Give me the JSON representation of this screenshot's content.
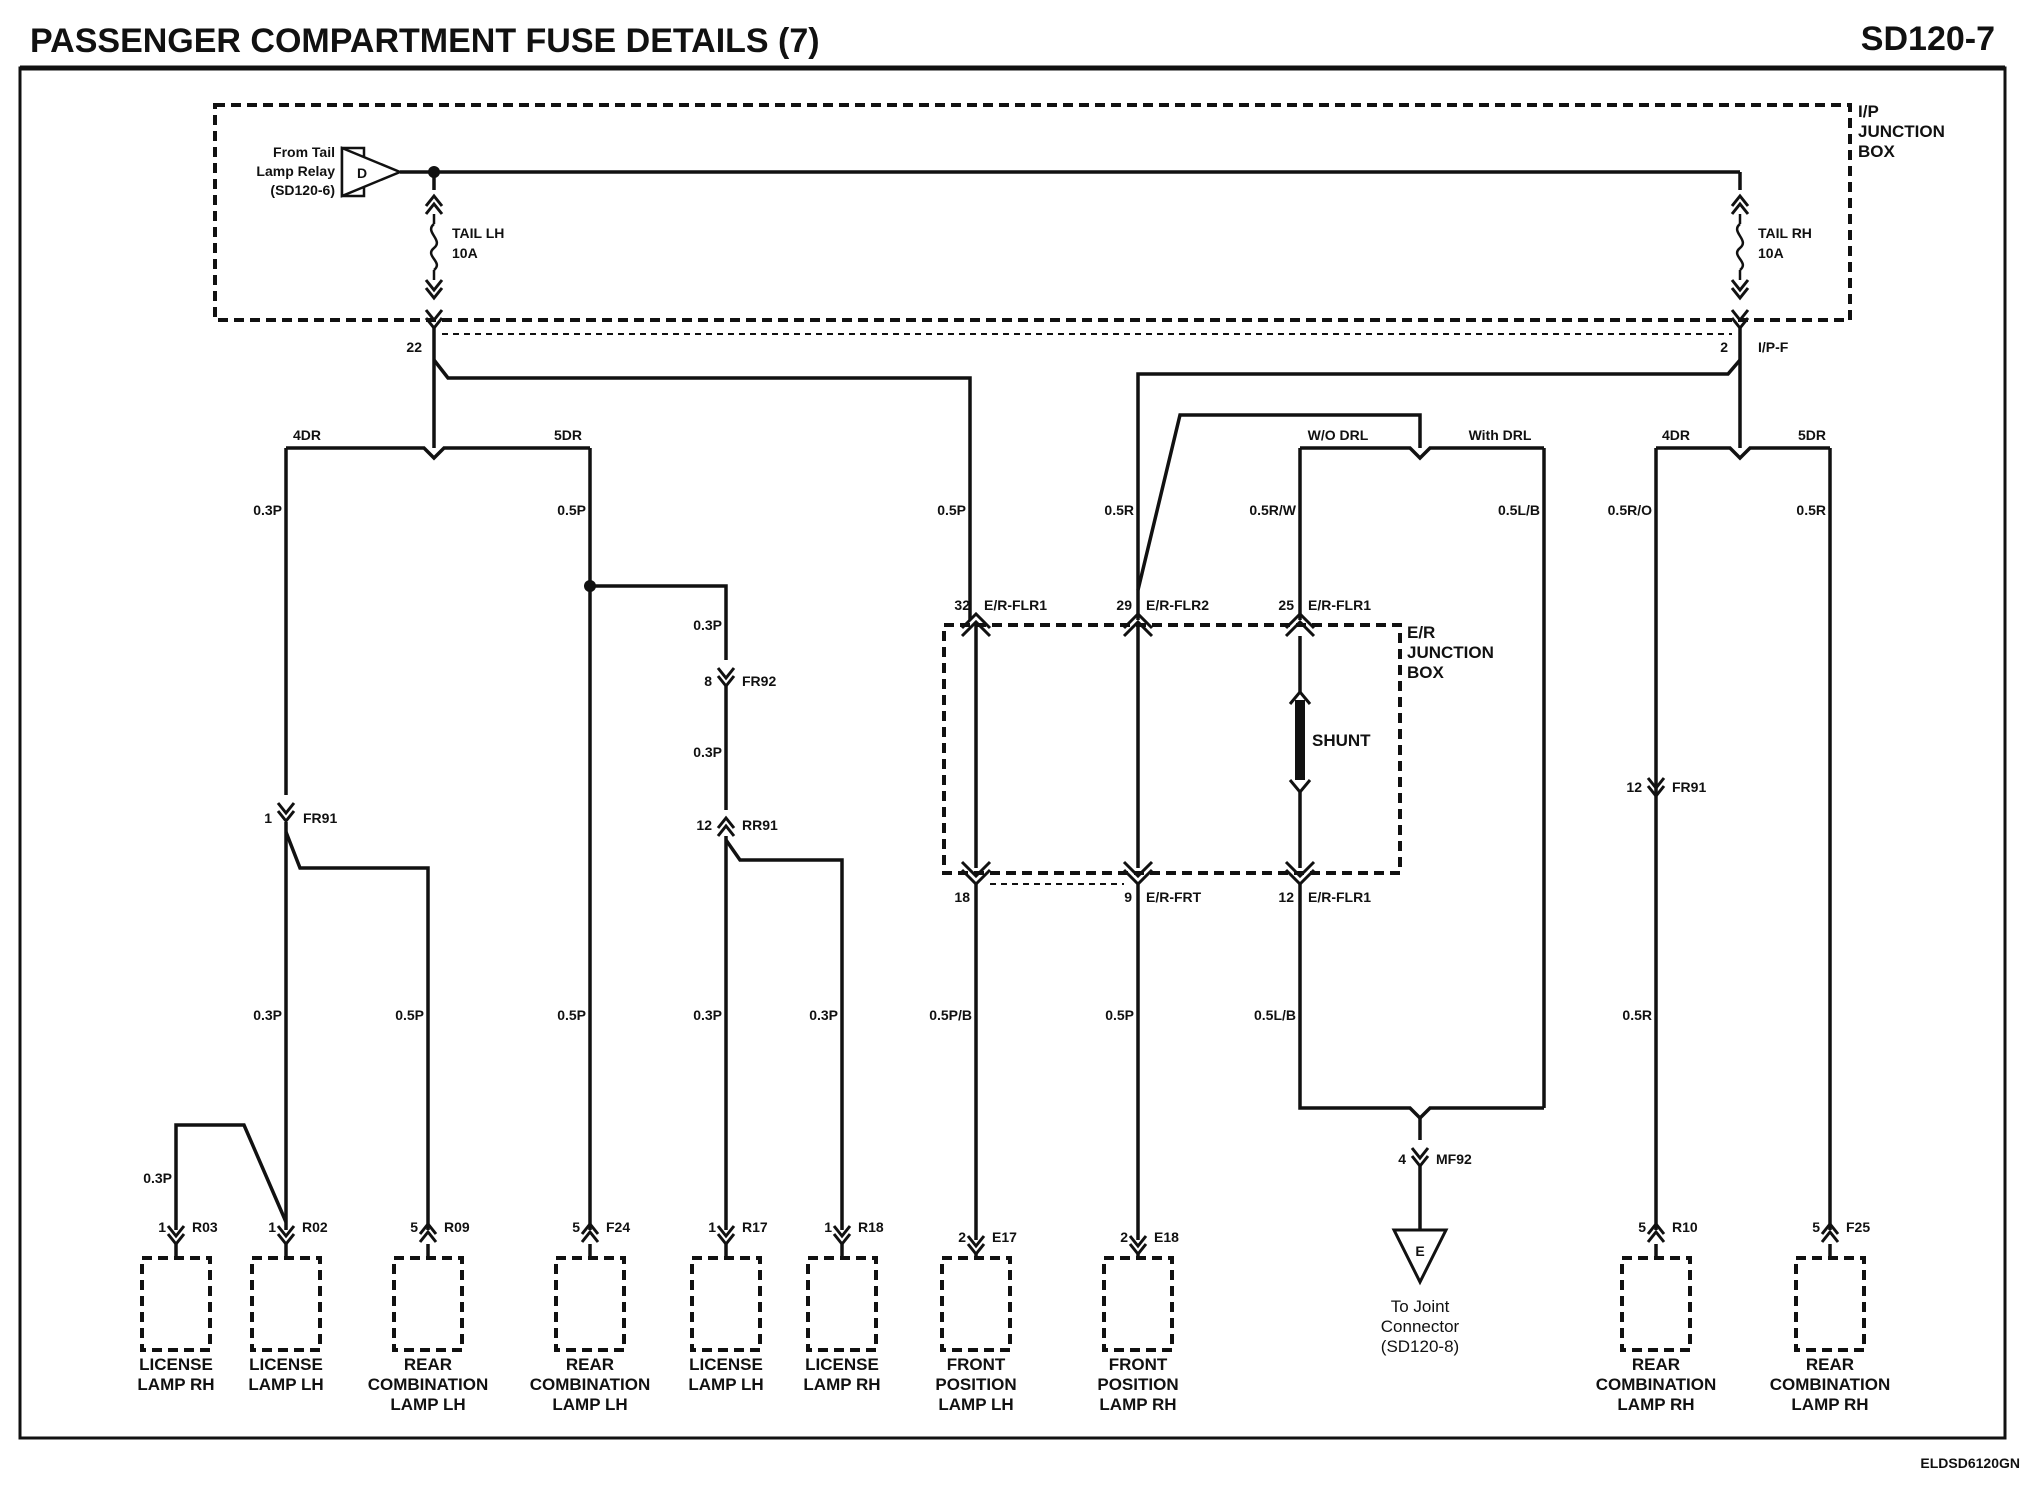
{
  "title": "PASSENGER COMPARTMENT FUSE DETAILS (7)",
  "page_code": "SD120-7",
  "footer_code": "ELDSD6120GN",
  "ip_junction_box": {
    "label": [
      "I/P",
      "JUNCTION",
      "BOX"
    ],
    "source": [
      "From Tail",
      "Lamp Relay",
      "(SD120-6)"
    ],
    "source_symbol": "D",
    "fuse_lh": [
      "TAIL LH",
      "10A"
    ],
    "fuse_rh": [
      "TAIL RH",
      "10A"
    ],
    "pin_lh": "22",
    "pin_rh": "2",
    "connector": "I/P-F"
  },
  "er_junction_box": {
    "label": [
      "E/R",
      "JUNCTION",
      "BOX"
    ],
    "shunt": "SHUNT",
    "top_pins": [
      {
        "pin": "32",
        "conn": "E/R-FLR1"
      },
      {
        "pin": "29",
        "conn": "E/R-FLR2"
      },
      {
        "pin": "25",
        "conn": "E/R-FLR1"
      }
    ],
    "bottom_pins": [
      {
        "pin": "18",
        "conn": ""
      },
      {
        "pin": "9",
        "conn": "E/R-FRT"
      },
      {
        "pin": "12",
        "conn": "E/R-FLR1"
      }
    ]
  },
  "branch_labels": {
    "left_4dr": "4DR",
    "left_5dr": "5DR",
    "wo_drl": "W/O DRL",
    "with_drl": "With DRL",
    "right_4dr": "4DR",
    "right_5dr": "5DR"
  },
  "wires": {
    "w_03p_a": "0.3P",
    "w_05p_a": "0.5P",
    "w_05p_b": "0.5P",
    "w_05r_a": "0.5R",
    "w_05rw": "0.5R/W",
    "w_05lb_a": "0.5L/B",
    "w_05ro": "0.5R/O",
    "w_05r_b": "0.5R",
    "w_03p_b": "0.3P",
    "w_03p_c": "0.3P",
    "w_03p_d": "0.3P",
    "w_05p_c": "0.5P",
    "w_05p_d": "0.5P",
    "w_03p_e": "0.3P",
    "w_03p_f": "0.3P",
    "w_05pb": "0.5P/B",
    "w_05p_e": "0.5P",
    "w_05lb_b": "0.5L/B",
    "w_05r_c": "0.5R",
    "w_03p_g": "0.3P"
  },
  "inline_connectors": {
    "fr91_left": {
      "pin": "1",
      "conn": "FR91"
    },
    "fr92": {
      "pin": "8",
      "conn": "FR92"
    },
    "rr91": {
      "pin": "12",
      "conn": "RR91"
    },
    "fr91_right": {
      "pin": "12",
      "conn": "FR91"
    },
    "mf92": {
      "pin": "4",
      "conn": "MF92"
    }
  },
  "ground": {
    "symbol": "E",
    "note": [
      "To Joint",
      "Connector",
      "(SD120-8)"
    ]
  },
  "components": [
    {
      "pin": "1",
      "conn": "R03",
      "name": [
        "LICENSE",
        "LAMP RH"
      ]
    },
    {
      "pin": "1",
      "conn": "R02",
      "name": [
        "LICENSE",
        "LAMP LH"
      ]
    },
    {
      "pin": "5",
      "conn": "R09",
      "name": [
        "REAR",
        "COMBINATION",
        "LAMP LH"
      ]
    },
    {
      "pin": "5",
      "conn": "F24",
      "name": [
        "REAR",
        "COMBINATION",
        "LAMP LH"
      ]
    },
    {
      "pin": "1",
      "conn": "R17",
      "name": [
        "LICENSE",
        "LAMP LH"
      ]
    },
    {
      "pin": "1",
      "conn": "R18",
      "name": [
        "LICENSE",
        "LAMP RH"
      ]
    },
    {
      "pin": "2",
      "conn": "E17",
      "name": [
        "FRONT",
        "POSITION",
        "LAMP LH"
      ]
    },
    {
      "pin": "2",
      "conn": "E18",
      "name": [
        "FRONT",
        "POSITION",
        "LAMP RH"
      ]
    },
    {
      "pin": "5",
      "conn": "R10",
      "name": [
        "REAR",
        "COMBINATION",
        "LAMP RH"
      ]
    },
    {
      "pin": "5",
      "conn": "F25",
      "name": [
        "REAR",
        "COMBINATION",
        "LAMP RH"
      ]
    }
  ]
}
